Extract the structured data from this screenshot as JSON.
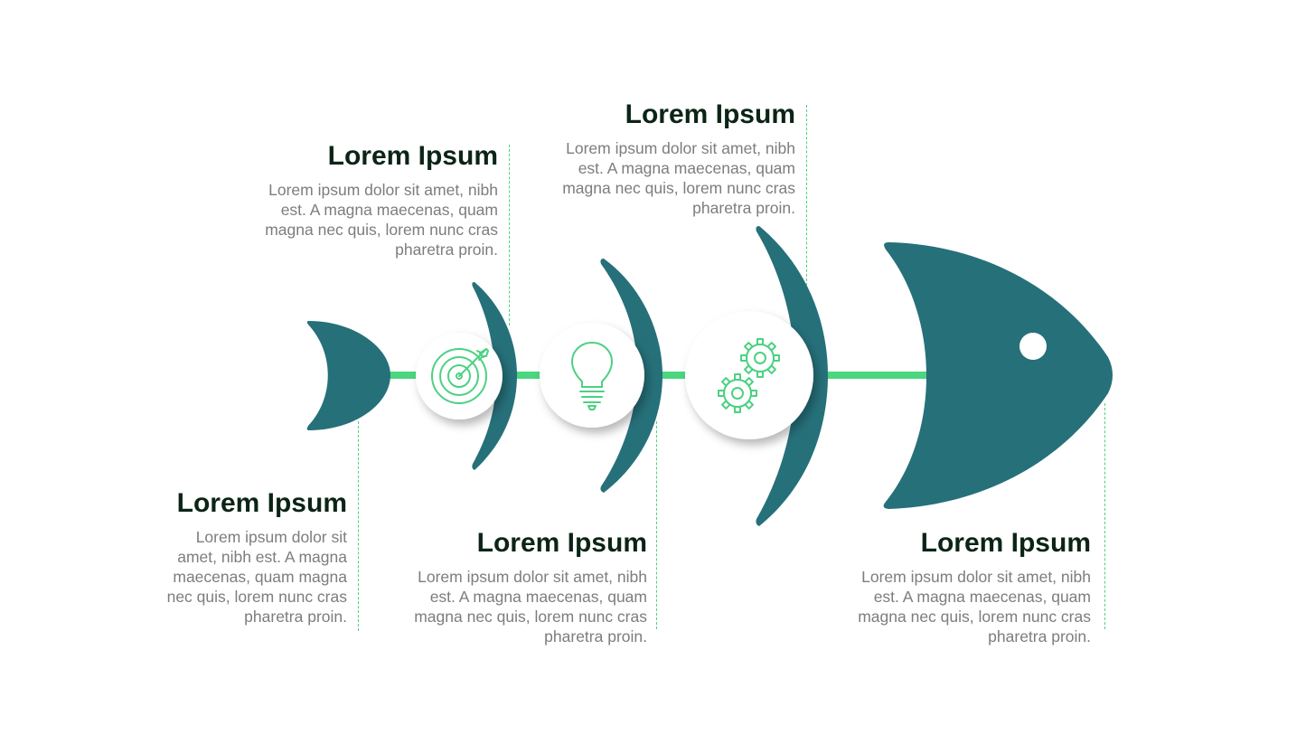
{
  "colors": {
    "fish": "#26707a",
    "spine": "#4bd67f",
    "icon_stroke": "#4cd182",
    "title": "#0b2416",
    "description": "#7d7d7d",
    "connector": "#4cd182"
  },
  "icons": {
    "step1": "target-icon",
    "step2": "lightbulb-icon",
    "step3": "gears-icon",
    "head": "fish-eye"
  },
  "labels": {
    "bottom_left": {
      "title": "Lorem Ipsum",
      "text": "Lorem ipsum dolor sit amet, nibh est. A magna maecenas, quam magna nec quis, lorem nunc cras pharetra proin."
    },
    "top_left": {
      "title": "Lorem Ipsum",
      "text": "Lorem ipsum dolor sit amet, nibh est. A magna maecenas, quam magna nec quis, lorem nunc cras pharetra proin."
    },
    "bottom_middle": {
      "title": "Lorem Ipsum",
      "text": "Lorem ipsum dolor sit amet, nibh est. A magna maecenas, quam magna nec quis, lorem nunc cras pharetra proin."
    },
    "top_middle": {
      "title": "Lorem Ipsum",
      "text": "Lorem ipsum dolor sit amet, nibh est. A magna maecenas, quam magna nec quis, lorem nunc cras pharetra proin."
    },
    "bottom_right": {
      "title": "Lorem Ipsum",
      "text": "Lorem ipsum dolor sit amet, nibh est. A magna maecenas, quam magna nec quis, lorem nunc cras pharetra proin."
    }
  }
}
